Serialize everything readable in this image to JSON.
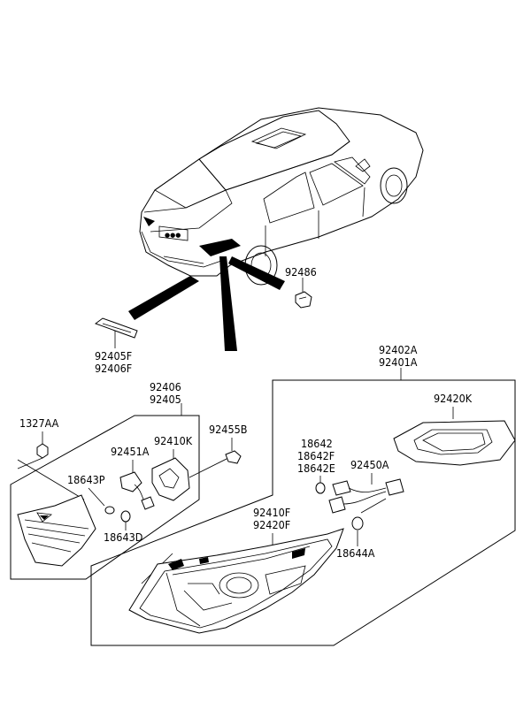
{
  "parts": {
    "p92486": "92486",
    "p92405F": "92405F",
    "p92406F": "92406F",
    "p92406": "92406",
    "p92405": "92405",
    "p1327AA": "1327AA",
    "p92451A": "92451A",
    "p92410K": "92410K",
    "p92455B": "92455B",
    "p18643P": "18643P",
    "p18643D": "18643D",
    "p92402A": "92402A",
    "p92401A": "92401A",
    "p92420K": "92420K",
    "p18642": "18642",
    "p18642F": "18642F",
    "p18642E": "18642E",
    "p92450A": "92450A",
    "p92410F": "92410F",
    "p92420F": "92420F",
    "p18644A": "18644A"
  }
}
